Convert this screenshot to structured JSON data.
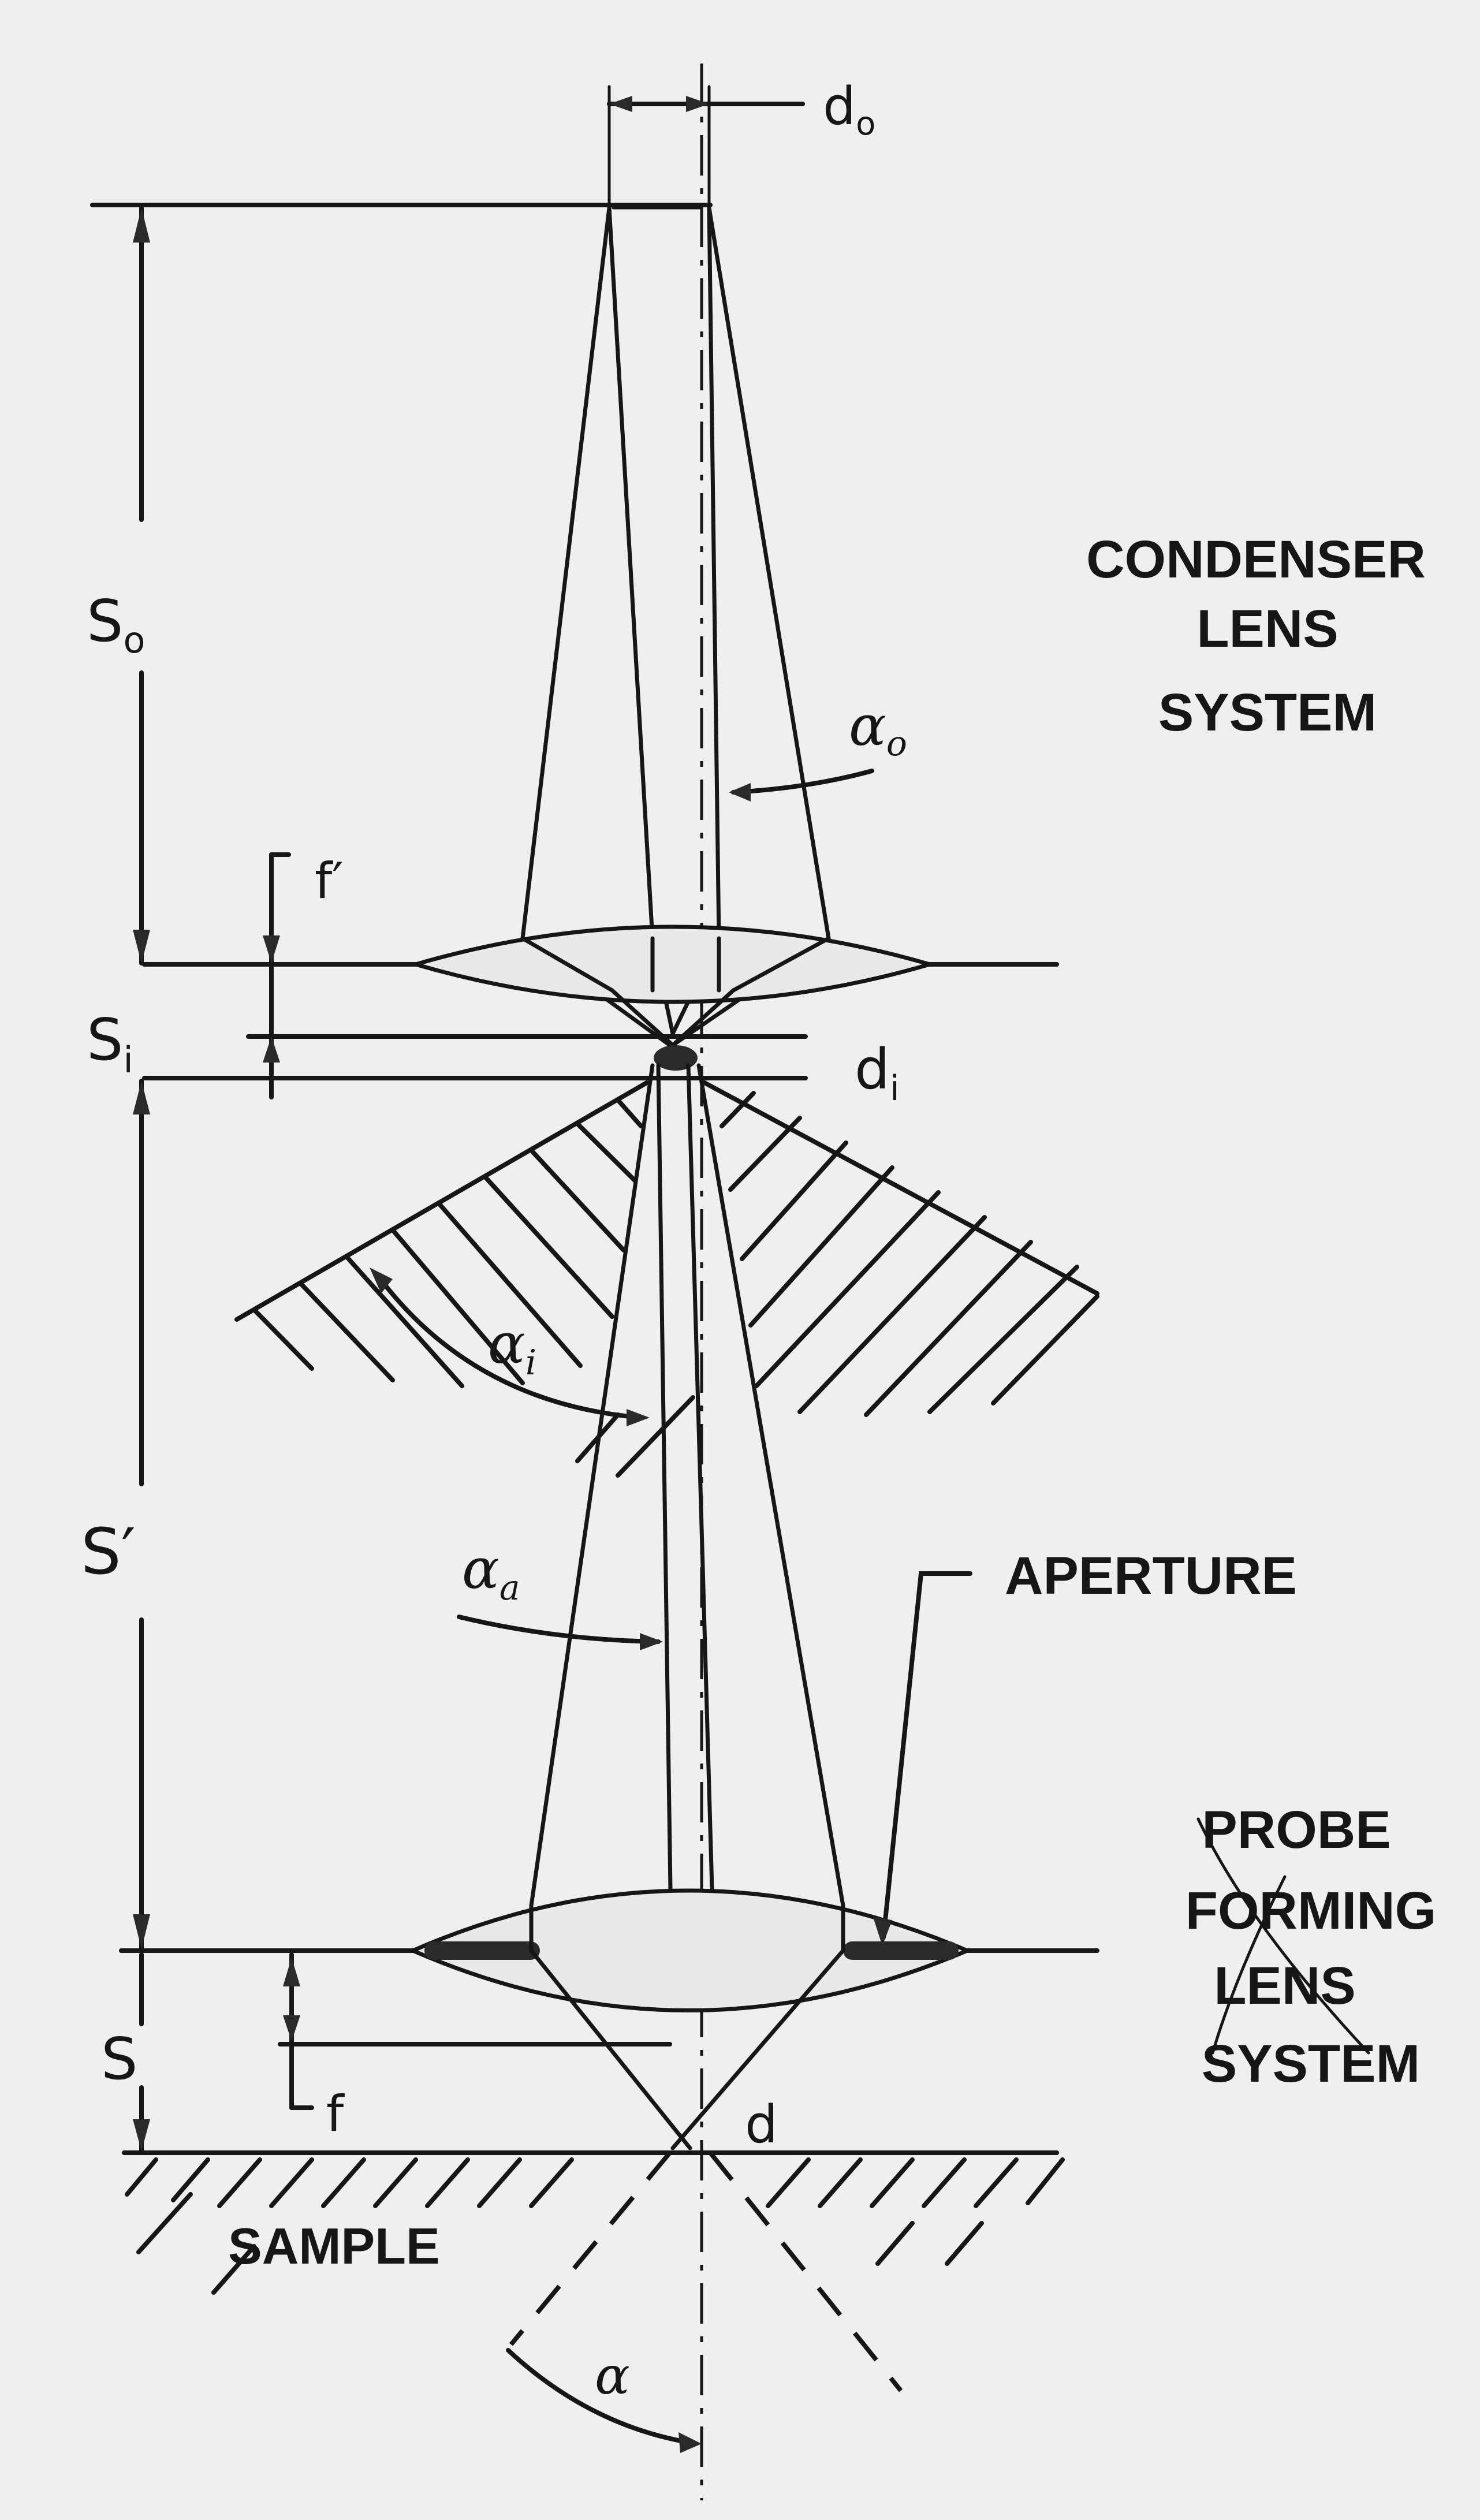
{
  "diagram": {
    "labels": {
      "d0": "d",
      "d0_sub": "o",
      "s0": "S",
      "s0_sub": "o",
      "f_prime": "f′",
      "si": "S",
      "si_sub": "i",
      "di": "d",
      "di_sub": "i",
      "alpha0": "α",
      "alpha0_sub": "o",
      "alphai": "α",
      "alphai_sub": "i",
      "alphaa": "α",
      "alphaa_sub": "a",
      "s_prime": "S′",
      "s": "S",
      "f": "f",
      "d": "d",
      "alpha": "α"
    },
    "condenser_label": [
      "CONDENSER",
      "LENS",
      "SYSTEM"
    ],
    "aperture_label": "APERTURE",
    "probe_label": [
      "PROBE",
      "FORMING",
      "LENS",
      "SYSTEM"
    ],
    "sample_label": "SAMPLE"
  },
  "colors": {
    "ink": "#161616",
    "paper": "#efefef"
  }
}
